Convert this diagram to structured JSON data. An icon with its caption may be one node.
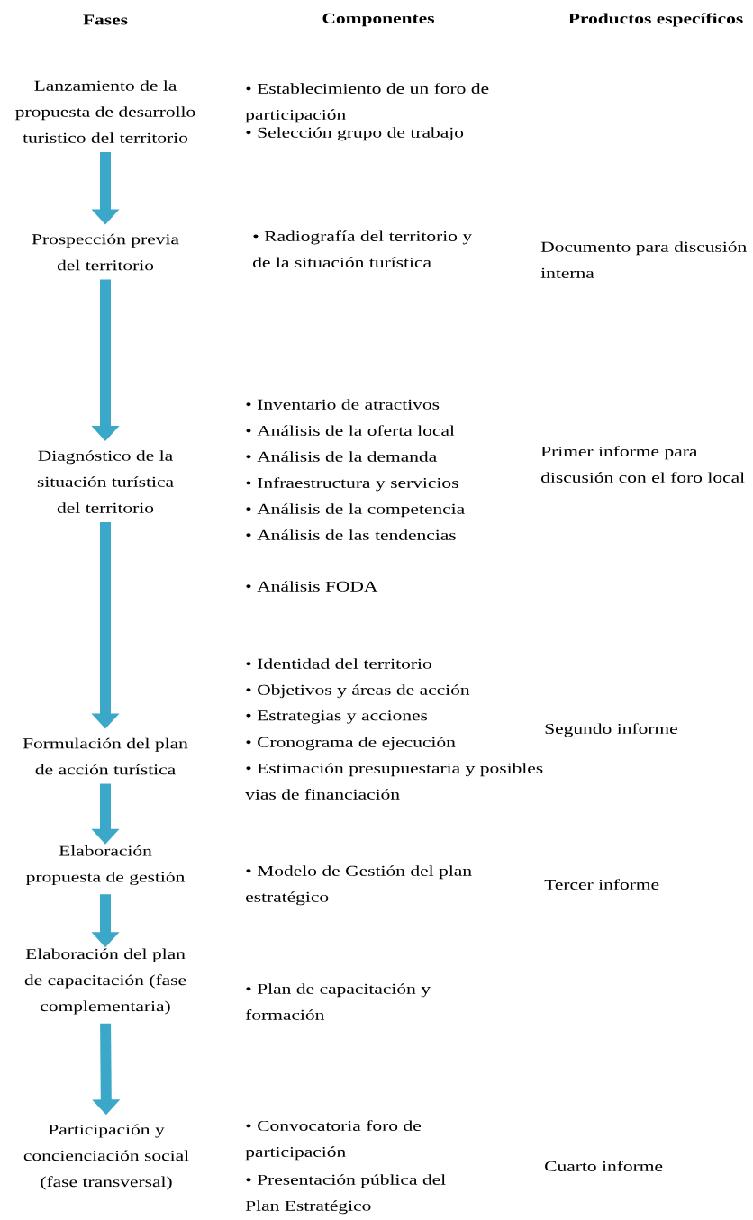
{
  "diagram": {
    "nodes": [
      {
        "text": [
          "Lanzamiento de la propuesta de desarrollo turistico del territorio"
        ]
      },
      {
        "text": [
          "Prospección previa del territorio"
        ]
      },
      {
        "text": [
          "Diagnóstico de la situación turística del territorio"
        ]
      },
      {
        "text": [
          "Formulación del plan de acción turística"
        ]
      },
      {
        "text": [
          "Elaboración propuesta de gestión"
        ]
      },
      {
        "text": [
          "Elaboración del plan de capacitación (fase complementaria)"
        ]
      },
      {
        "text": [
          "Participación y concienciación social (fase transversal)"
        ]
      }
    ],
    "edges": [
      {
        "from": 0,
        "to": 1,
        "arrow": "to"
      },
      {
        "from": 1,
        "to": 2,
        "arrow": "to"
      },
      {
        "from": 2,
        "to": 3,
        "arrow": "to"
      },
      {
        "from": 3,
        "to": 4,
        "arrow": "to"
      },
      {
        "from": 4,
        "to": 5,
        "arrow": "to"
      },
      {
        "from": 5,
        "to": 6,
        "arrow": "to"
      }
    ],
    "labels": [
      "Fases",
      "Componentes",
      "Productos específicos",
      "• Establecimiento de un foro de participación",
      "• Selección grupo de trabajo",
      "• Radiografía del territorio y de la situación turística",
      "Documento para discusión interna",
      "• Inventario de atractivos",
      "• Análisis de la oferta local",
      "• Análisis de la demanda",
      "• Infraestructura y servicios",
      "• Análisis de la competencia",
      "• Análisis de las tendencias",
      "• Análisis FODA",
      "Primer informe para discusión con el foro local",
      "• Identidad del territorio",
      "• Objetivos y áreas de acción",
      "• Estrategias y acciones",
      "• Cronograma de ejecución",
      "• Estimación presupuestaria y posibles vias de financiación",
      "Segundo informe",
      "• Modelo de Gestión del plan estratégico",
      "Tercer informe",
      "• Plan de capacitación y formación",
      "• Convocatoria foro de participación",
      "• Presentación pública del Plan Estratégico",
      "Cuarto informe"
    ]
  }
}
